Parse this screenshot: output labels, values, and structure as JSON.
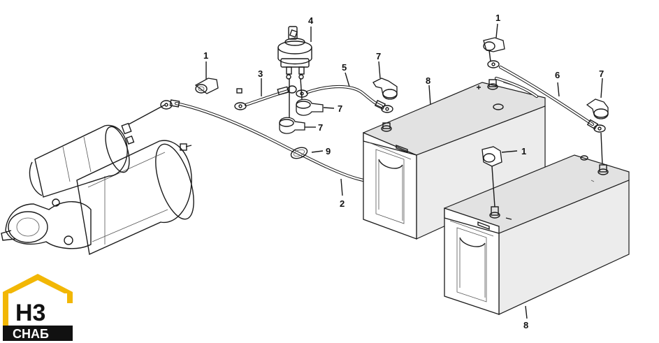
{
  "callouts": [
    {
      "id": "c1a",
      "text": "1"
    },
    {
      "id": "c1b",
      "text": "1"
    },
    {
      "id": "c1c",
      "text": "1"
    },
    {
      "id": "c2",
      "text": "2"
    },
    {
      "id": "c3",
      "text": "3"
    },
    {
      "id": "c4",
      "text": "4"
    },
    {
      "id": "c5",
      "text": "5"
    },
    {
      "id": "c6",
      "text": "6"
    },
    {
      "id": "c7a",
      "text": "7"
    },
    {
      "id": "c7b",
      "text": "7"
    },
    {
      "id": "c7c",
      "text": "7"
    },
    {
      "id": "c7d",
      "text": "7"
    },
    {
      "id": "c8a",
      "text": "8"
    },
    {
      "id": "c8b",
      "text": "8"
    },
    {
      "id": "c9",
      "text": "9"
    }
  ],
  "logo": {
    "mark": "H3",
    "caption": "СНАБ",
    "colors": {
      "brand": "#f2b705",
      "dark": "#111111"
    }
  },
  "colors": {
    "line": "#1a1a1a",
    "battery_fill": "#ececec",
    "background": "#ffffff"
  }
}
